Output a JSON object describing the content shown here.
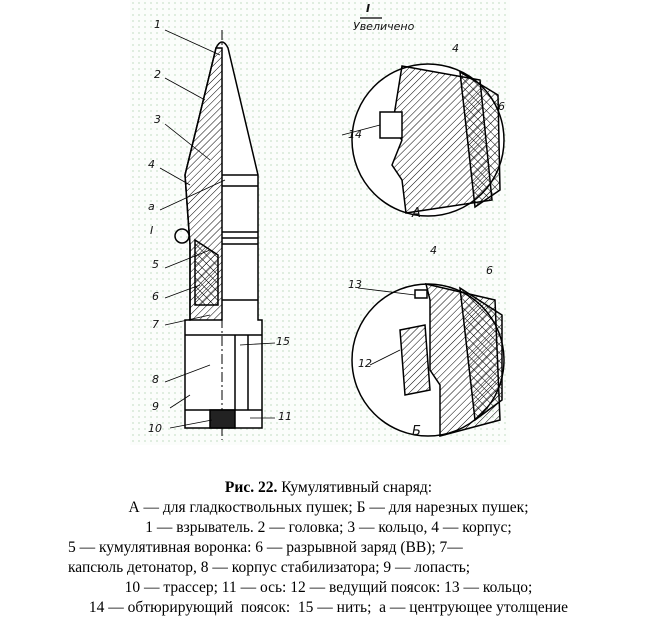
{
  "figure": {
    "detail_title": "I",
    "detail_subtitle": "Увеличено",
    "main_labels": [
      "1",
      "2",
      "3",
      "4",
      "а",
      "I",
      "5",
      "6",
      "7",
      "8",
      "9",
      "10",
      "15",
      "11"
    ],
    "detail_a": {
      "labels": [
        "4",
        "14",
        "6"
      ],
      "letter": "А"
    },
    "detail_b": {
      "labels": [
        "4",
        "13",
        "6",
        "12"
      ],
      "letter": "Б"
    }
  },
  "caption": {
    "title_bold": "Рис. 22.",
    "title_rest": " Кумулятивный снаряд:",
    "lines": [
      "А — для гладкоствольных пушек; Б — для нарезных пушек;",
      "1 — взрыватель. 2 — головка; 3 — кольцо, 4 — корпус;",
      "5 — кумулятивная воронка: 6 — разрывной заряд (ВВ); 7—",
      "капсюль детонатор, 8 — корпус стабилизатора; 9 — лопасть;",
      "10 — трассер; 11 — ось: 12 — ведущий поясок: 13 — кольцо;",
      "14 — обтюрирующий  поясок:  15 — нить;  а — центрующее утолщение"
    ]
  }
}
